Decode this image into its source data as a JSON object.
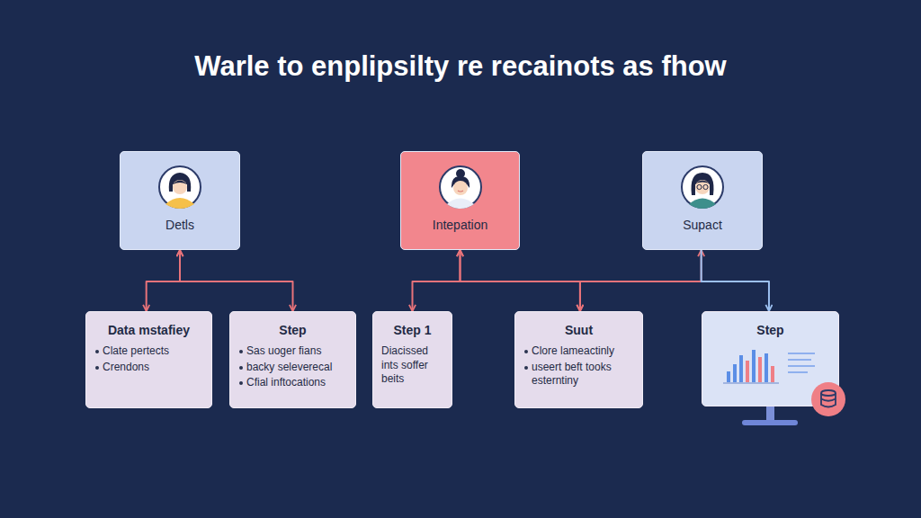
{
  "diagram": {
    "title": "Warle to enplipsilty re recainots as fhow",
    "nodes": [
      {
        "text": [
          "Detls"
        ]
      },
      {
        "text": [
          "Intepation"
        ]
      },
      {
        "text": [
          "Supact"
        ]
      },
      {
        "text": [
          "Data mstafiey",
          "Clate pertects",
          "Crendons"
        ]
      },
      {
        "text": [
          "Step",
          "Sas uoger fians",
          "backy seleverecal",
          "Cfial inftocations"
        ]
      },
      {
        "text": [
          "Step 1",
          "Diacissed ints soffer beits"
        ]
      },
      {
        "text": [
          "Suut",
          "Clore lameactinly",
          "useert beft tooks esterntiny"
        ]
      },
      {
        "text": [
          "Step"
        ]
      }
    ],
    "edges": [
      {
        "from": 0,
        "to": 3,
        "arrow": "both"
      },
      {
        "from": 0,
        "to": 4,
        "arrow": "both"
      },
      {
        "from": 1,
        "to": 5,
        "arrow": "both"
      },
      {
        "from": 1,
        "to": 6,
        "arrow": "both"
      },
      {
        "from": 2,
        "to": 6,
        "arrow": "both"
      },
      {
        "from": 2,
        "to": 7,
        "arrow": "to"
      }
    ]
  }
}
